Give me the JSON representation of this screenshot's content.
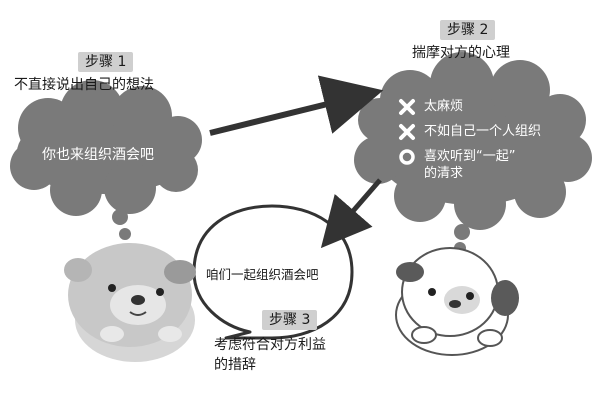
{
  "step1": {
    "badge": "步骤 1",
    "desc": "不直接说出自己的想法",
    "cloud_text": "你也来组织酒会吧"
  },
  "step2": {
    "badge": "步骤 2",
    "desc": "揣摩对方的心理",
    "options": [
      {
        "mark": "x-icon",
        "label": "太麻烦"
      },
      {
        "mark": "x-icon",
        "label": "不如自己一个人组织"
      },
      {
        "mark": "circle-icon",
        "label": "喜欢听到“一起”",
        "label2": "的清求"
      }
    ]
  },
  "step3": {
    "badge": "步骤 3",
    "desc_line1": "考虑符合对方利益",
    "desc_line2": "的措辞",
    "bubble_text": "咱们一起组织酒会吧"
  },
  "colors": {
    "cloud": "#7a7a7a",
    "badge": "#cfcfcf",
    "arrow": "#333333",
    "dog_left": "#c8c8c8",
    "dog_right_ear": "#5a5a5a"
  }
}
